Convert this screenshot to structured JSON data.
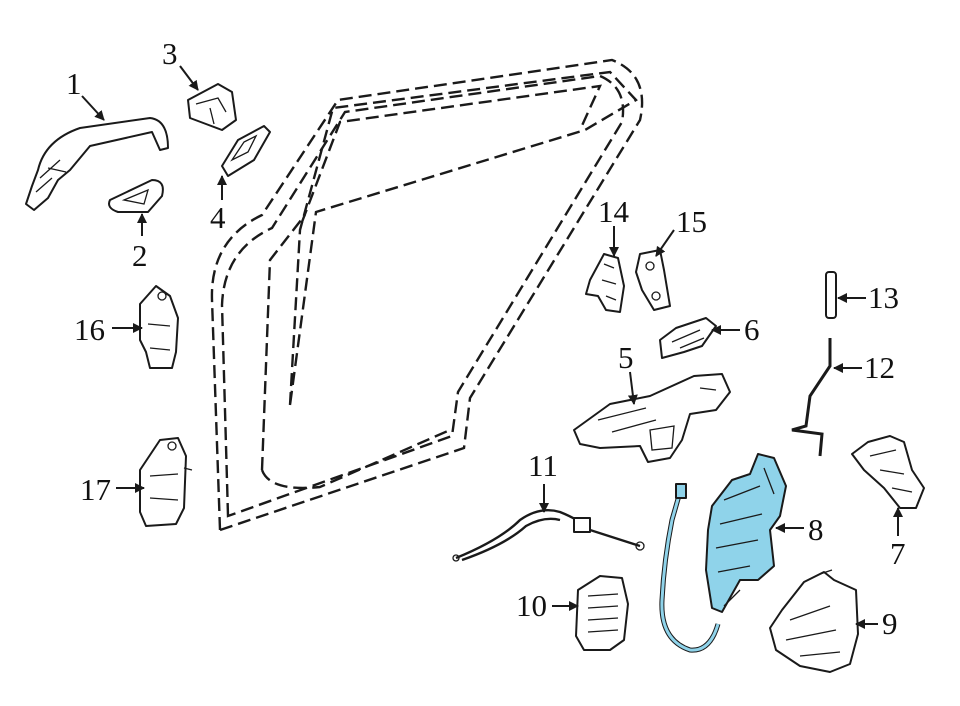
{
  "diagram": {
    "highlight_color": "#8fd3ea",
    "line_color": "#1a1a1a",
    "callouts": [
      {
        "id": "1",
        "label": "1"
      },
      {
        "id": "2",
        "label": "2"
      },
      {
        "id": "3",
        "label": "3"
      },
      {
        "id": "4",
        "label": "4"
      },
      {
        "id": "5",
        "label": "5"
      },
      {
        "id": "6",
        "label": "6"
      },
      {
        "id": "7",
        "label": "7"
      },
      {
        "id": "8",
        "label": "8"
      },
      {
        "id": "9",
        "label": "9"
      },
      {
        "id": "10",
        "label": "10"
      },
      {
        "id": "11",
        "label": "11"
      },
      {
        "id": "12",
        "label": "12"
      },
      {
        "id": "13",
        "label": "13"
      },
      {
        "id": "14",
        "label": "14"
      },
      {
        "id": "15",
        "label": "15"
      },
      {
        "id": "16",
        "label": "16"
      },
      {
        "id": "17",
        "label": "17"
      }
    ],
    "highlighted_part": "8"
  }
}
